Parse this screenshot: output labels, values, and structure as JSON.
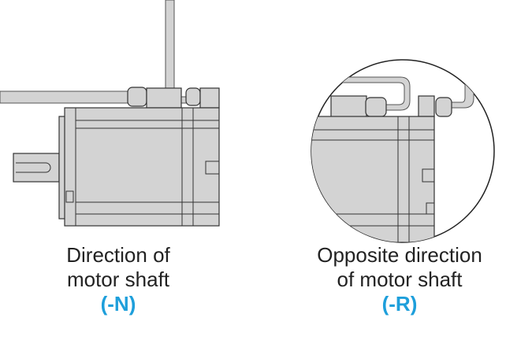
{
  "left": {
    "line1": "Direction of",
    "line2": "motor shaft",
    "code": "(-N)"
  },
  "right": {
    "line1": "Opposite direction",
    "line2": "of motor shaft",
    "code": "(-R)"
  },
  "colors": {
    "accent": "#1e9fdb",
    "motor": "#d3d3d3"
  }
}
